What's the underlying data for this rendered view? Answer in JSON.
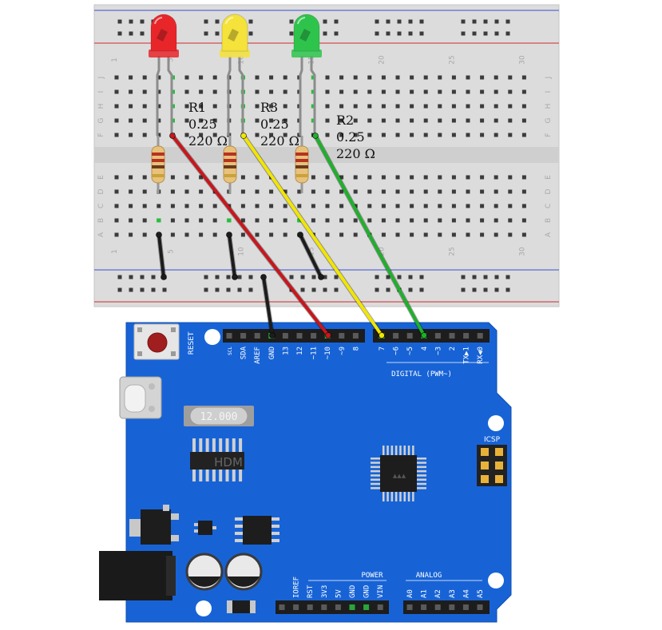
{
  "breadboard": {
    "row_letters": [
      "J",
      "I",
      "H",
      "G",
      "F",
      "E",
      "D",
      "C",
      "B",
      "A"
    ],
    "column_labels": [
      "1",
      "5",
      "10",
      "15",
      "20",
      "25",
      "30"
    ]
  },
  "leds": [
    {
      "name": "red-led",
      "color": "#e8262a"
    },
    {
      "name": "yellow-led",
      "color": "#f5e23a"
    },
    {
      "name": "green-led",
      "color": "#2ec44c"
    }
  ],
  "resistor_labels": [
    {
      "id": "R1",
      "value": "0.25",
      "ohms": "220 Ω"
    },
    {
      "id": "R3",
      "value": "0.25",
      "ohms": "220 Ω"
    },
    {
      "id": "R2",
      "value": "0.25",
      "ohms": "220 Ω"
    }
  ],
  "wires": {
    "red": "#c8161c",
    "yellow": "#f2e600",
    "green": "#1fb02b",
    "black": "#1c1c1c"
  },
  "arduino": {
    "board_color": "#1763d6",
    "reset_label": "RESET",
    "crystal_label": "12.000",
    "chip_label": "HDM",
    "icsp_label": "ICSP",
    "digital_label": "DIGITAL (PWM~)",
    "power_label": "POWER",
    "analog_label": "ANALOG",
    "top_pins": [
      "SCL",
      "SDA",
      "AREF",
      "GND",
      "13",
      "12",
      "~11",
      "~10",
      "~9",
      "8",
      "7",
      "~6",
      "~5",
      "4",
      "~3",
      "2",
      "TX▶1",
      "RX◀0"
    ],
    "bottom_pins": [
      "IOREF",
      "RST",
      "3V3",
      "5V",
      "GND",
      "GND",
      "VIN",
      "A0",
      "A1",
      "A2",
      "A3",
      "A4",
      "A5"
    ]
  }
}
